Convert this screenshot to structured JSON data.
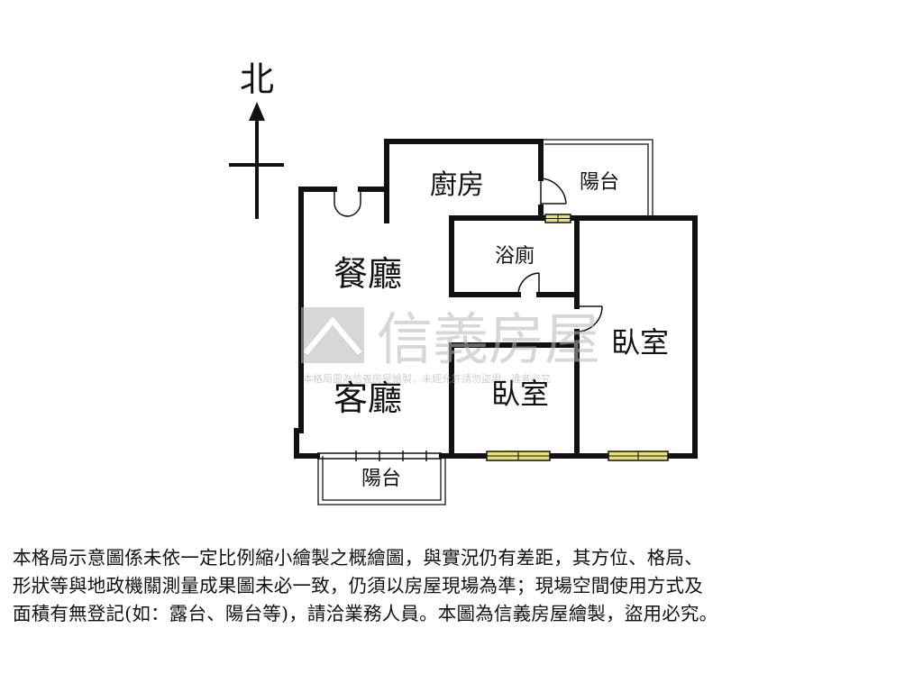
{
  "compass": {
    "north_label": "北"
  },
  "rooms": {
    "kitchen": "廚房",
    "balcony_top": "陽台",
    "bathroom": "浴廁",
    "dining": "餐廳",
    "living": "客廳",
    "bedroom_right": "臥室",
    "bedroom_small": "臥室",
    "balcony_bottom": "陽台"
  },
  "watermark": {
    "brand": "信義房屋",
    "notice": "本格局圖為信義房屋繪製，未經允許請勿盜用，違者必究"
  },
  "disclaimer": "本格局示意圖係未依一定比例縮小繪製之概繪圖，與實況仍有差距，其方位、格局、\n形狀等與地政機關測量成果圖未必一致，仍須以房屋現場為準；現場空間使用方式及\n面積有無登記(如：露台、陽台等)，請洽業務人員。本圖為信義房屋繪製，盜用必究。",
  "colors": {
    "wall": "#111111",
    "window": "#e8e070",
    "watermark": "#c8c8c8"
  }
}
